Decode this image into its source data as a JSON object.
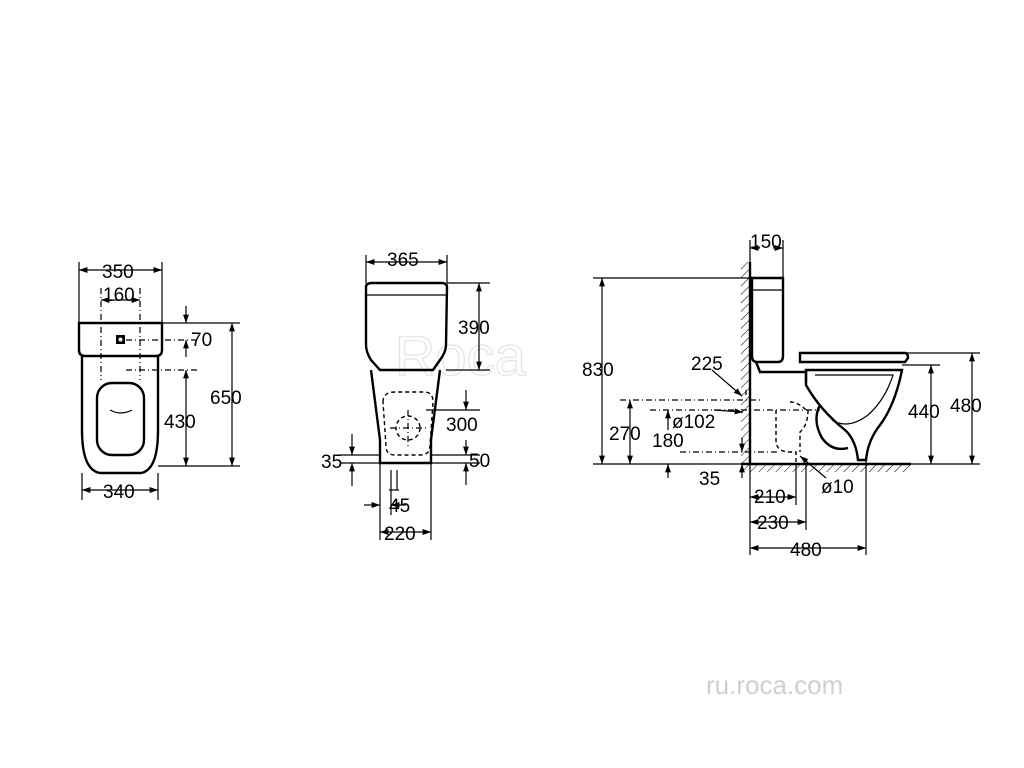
{
  "watermark": "ru.roca.com",
  "top_view": {
    "dims": {
      "w350": "350",
      "w160": "160",
      "w340": "340",
      "h70": "70",
      "h430": "430",
      "h650": "650"
    }
  },
  "front_view": {
    "dims": {
      "w365": "365",
      "h390": "390",
      "h300": "300",
      "h35": "35",
      "h50": "50",
      "w45": "45",
      "w220": "220"
    }
  },
  "side_view": {
    "dims": {
      "w150": "150",
      "h830": "830",
      "d225": "225",
      "dia102": "ø102",
      "h270": "270",
      "h180": "180",
      "h35": "35",
      "h440": "440",
      "h480": "480",
      "w210": "210",
      "w230": "230",
      "dia10": "ø10",
      "w480": "480"
    }
  }
}
